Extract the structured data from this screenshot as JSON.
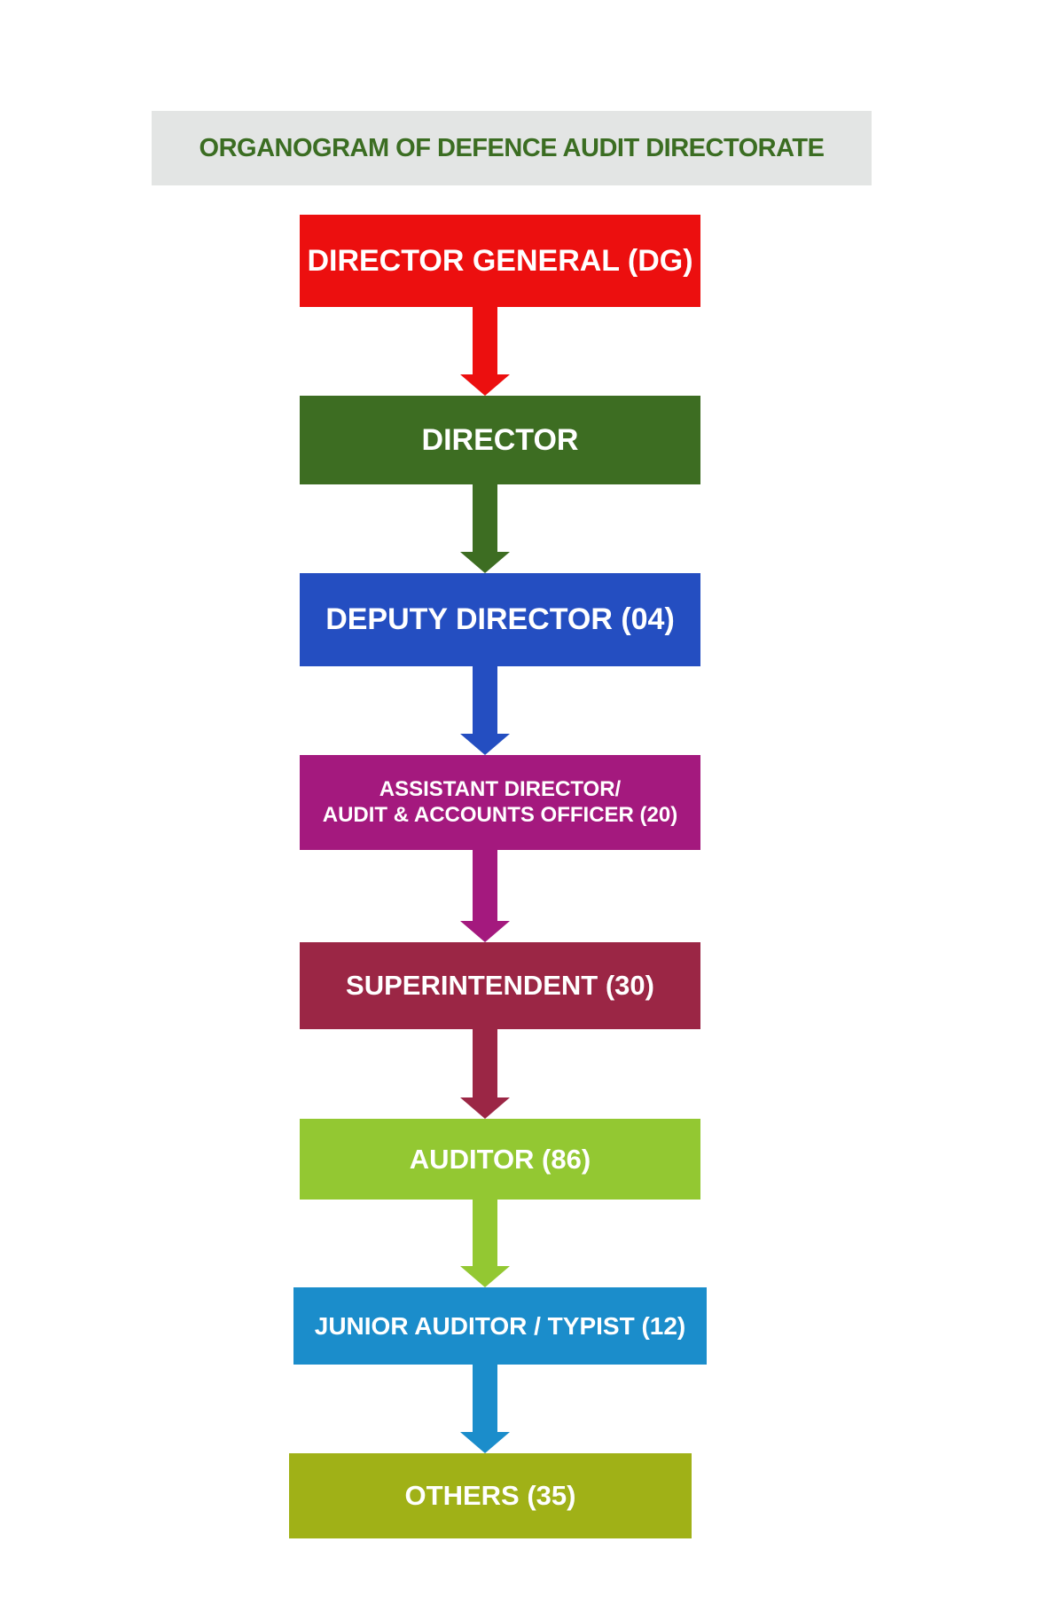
{
  "title": "ORGANOGRAM OF DEFENCE AUDIT DIRECTORATE",
  "nodes": [
    {
      "id": "director-general",
      "label": "DIRECTOR GENERAL (DG)",
      "color": "#ec0f0f"
    },
    {
      "id": "director",
      "label": "DIRECTOR",
      "color": "#3d6d22"
    },
    {
      "id": "deputy-director",
      "label": "DEPUTY DIRECTOR (04)",
      "color": "#244ec1"
    },
    {
      "id": "assistant-director",
      "label_lines": [
        "ASSISTANT DIRECTOR/",
        "AUDIT & ACCOUNTS OFFICER (20)"
      ],
      "color": "#a4197e"
    },
    {
      "id": "superintendent",
      "label": "SUPERINTENDENT (30)",
      "color": "#9b2645"
    },
    {
      "id": "auditor",
      "label": "AUDITOR (86)",
      "color": "#93c832"
    },
    {
      "id": "junior-auditor-typist",
      "label": "JUNIOR AUDITOR / TYPIST (12)",
      "color": "#1b8dcb"
    },
    {
      "id": "others",
      "label": "OTHERS (35)",
      "color": "#a0b117"
    }
  ],
  "connectors": [
    {
      "from": "director-general",
      "to": "director",
      "color": "#ec0f0f"
    },
    {
      "from": "director",
      "to": "deputy-director",
      "color": "#3d6d22"
    },
    {
      "from": "deputy-director",
      "to": "assistant-director",
      "color": "#244ec1"
    },
    {
      "from": "assistant-director",
      "to": "superintendent",
      "color": "#a4197e"
    },
    {
      "from": "superintendent",
      "to": "auditor",
      "color": "#9b2645"
    },
    {
      "from": "auditor",
      "to": "junior-auditor-typist",
      "color": "#93c832"
    },
    {
      "from": "junior-auditor-typist",
      "to": "others",
      "color": "#1b8dcb"
    }
  ]
}
